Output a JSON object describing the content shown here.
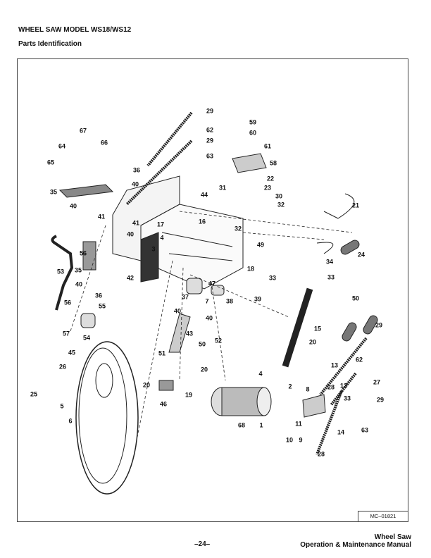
{
  "header": {
    "title": "WHEEL SAW MODEL WS18/WS12",
    "subtitle": "Parts Identification"
  },
  "diagram": {
    "figure_id": "MC–01821",
    "labels": [
      "29",
      "62",
      "29",
      "63",
      "67",
      "66",
      "64",
      "65",
      "36",
      "40",
      "35",
      "40",
      "41",
      "44",
      "59",
      "60",
      "61",
      "58",
      "22",
      "31",
      "23",
      "30",
      "32",
      "21",
      "41",
      "40",
      "17",
      "16",
      "4",
      "32",
      "49",
      "3",
      "56",
      "53",
      "35",
      "42",
      "18",
      "33",
      "24",
      "34",
      "33",
      "47",
      "40",
      "36",
      "37",
      "7",
      "38",
      "39",
      "50",
      "56",
      "55",
      "40",
      "40",
      "57",
      "54",
      "43",
      "50",
      "52",
      "15",
      "51",
      "20",
      "29",
      "45",
      "13",
      "62",
      "27",
      "26",
      "20",
      "4",
      "2",
      "12",
      "25",
      "20",
      "19",
      "8",
      "28",
      "33",
      "29",
      "46",
      "5",
      "6",
      "11",
      "68",
      "1",
      "10",
      "9",
      "14",
      "63",
      "28"
    ]
  },
  "footer": {
    "page": "–24–",
    "manual_line1": "Wheel Saw",
    "manual_line2": "Operation & Maintenance Manual"
  }
}
